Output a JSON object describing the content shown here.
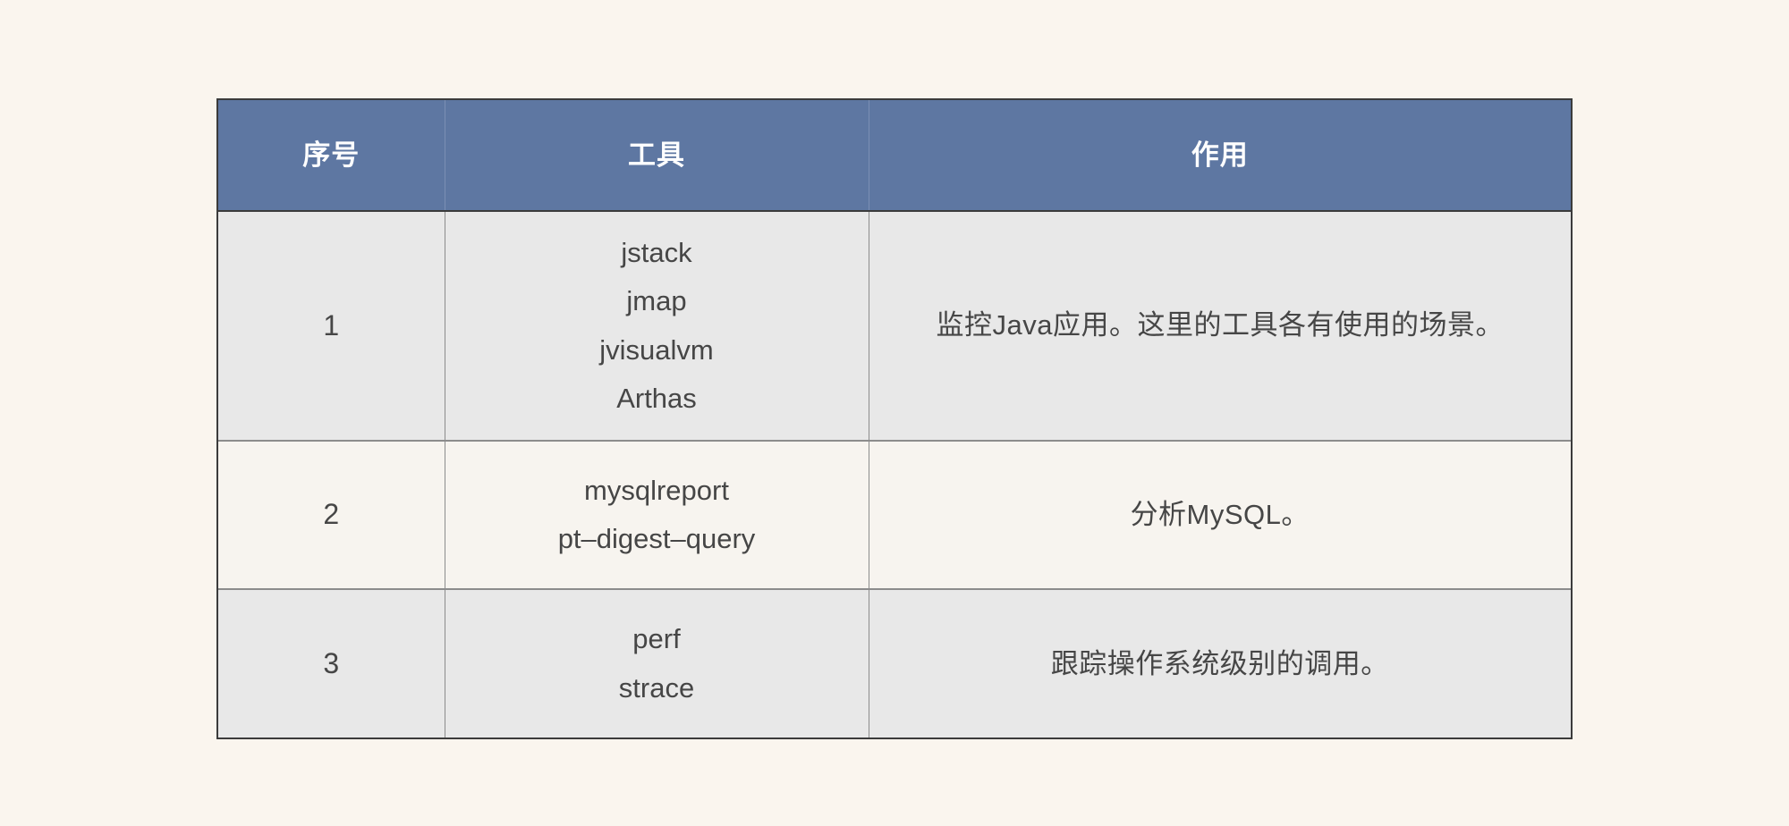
{
  "page": {
    "background_color": "#faf5ee",
    "table_border_color": "#3b3b3b",
    "grid_line_color": "#8c8c8c",
    "header_background_color": "#5e77a2",
    "header_text_color": "#ffffff",
    "shaded_row_color": "#e8e8e8",
    "plain_row_color": "#f7f4ef",
    "body_text_color": "#464646"
  },
  "table": {
    "columns": [
      {
        "key": "index",
        "label": "序号"
      },
      {
        "key": "tool",
        "label": "工具"
      },
      {
        "key": "purpose",
        "label": "作用"
      }
    ],
    "rows": [
      {
        "index": "1",
        "tools": [
          "jstack",
          "jmap",
          "jvisualvm",
          "Arthas"
        ],
        "purpose": "监控Java应用。这里的工具各有使用的场景。"
      },
      {
        "index": "2",
        "tools": [
          "mysqlreport",
          "pt–digest–query"
        ],
        "purpose": "分析MySQL。"
      },
      {
        "index": "3",
        "tools": [
          "perf",
          "strace"
        ],
        "purpose": "跟踪操作系统级别的调用。"
      }
    ]
  }
}
